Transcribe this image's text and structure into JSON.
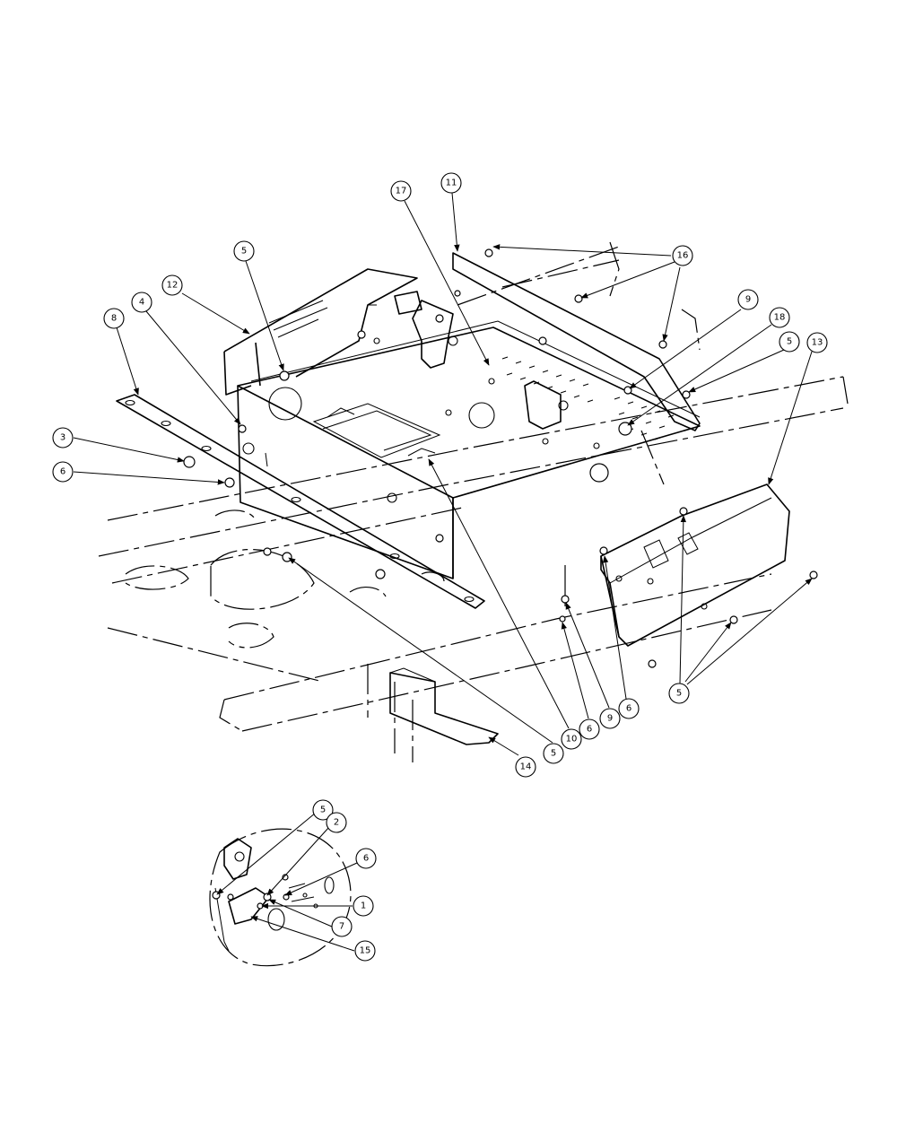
{
  "callouts": [
    {
      "id": "c1",
      "label": "1"
    },
    {
      "id": "c2",
      "label": "2"
    },
    {
      "id": "c3",
      "label": "3"
    },
    {
      "id": "c4",
      "label": "4"
    },
    {
      "id": "c5a",
      "label": "5"
    },
    {
      "id": "c5b",
      "label": "5"
    },
    {
      "id": "c5c",
      "label": "5"
    },
    {
      "id": "c5d",
      "label": "5"
    },
    {
      "id": "c5e",
      "label": "5"
    },
    {
      "id": "c6a",
      "label": "6"
    },
    {
      "id": "c6b",
      "label": "6"
    },
    {
      "id": "c6c",
      "label": "6"
    },
    {
      "id": "c6d",
      "label": "6"
    },
    {
      "id": "c7",
      "label": "7"
    },
    {
      "id": "c8",
      "label": "8"
    },
    {
      "id": "c9a",
      "label": "9"
    },
    {
      "id": "c9b",
      "label": "9"
    },
    {
      "id": "c10",
      "label": "10"
    },
    {
      "id": "c11",
      "label": "11"
    },
    {
      "id": "c12",
      "label": "12"
    },
    {
      "id": "c13",
      "label": "13"
    },
    {
      "id": "c14",
      "label": "14"
    },
    {
      "id": "c15",
      "label": "15"
    },
    {
      "id": "c16",
      "label": "16"
    },
    {
      "id": "c17",
      "label": "17"
    },
    {
      "id": "c18",
      "label": "18"
    }
  ],
  "colors": {
    "line": "#000000",
    "background": "#ffffff"
  }
}
